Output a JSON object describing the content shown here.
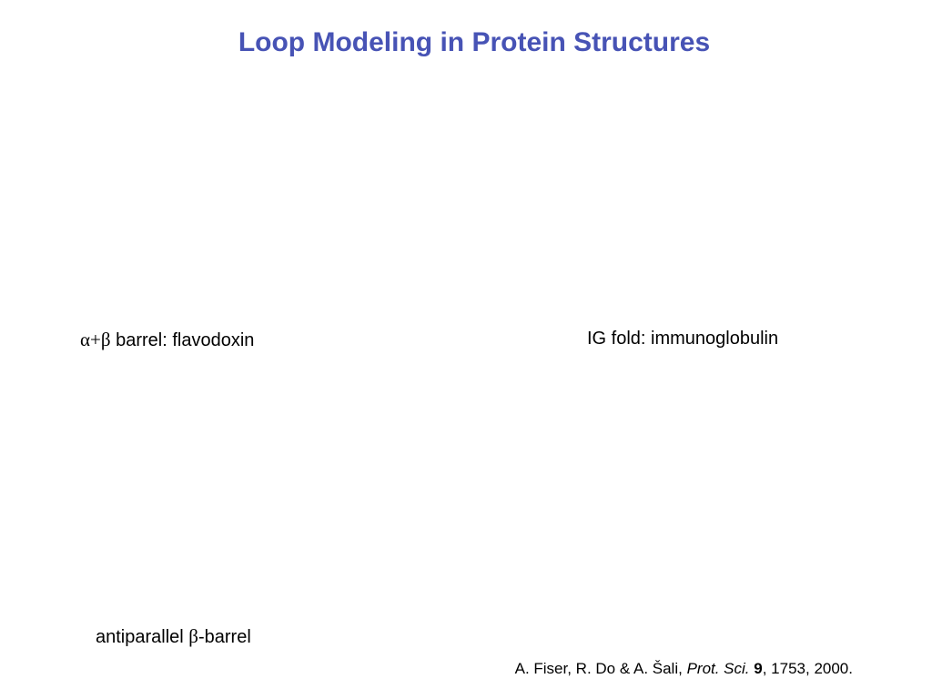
{
  "slide": {
    "title": "Loop Modeling in Protein Structures",
    "labels": {
      "flavodoxin": {
        "greek": "α+β",
        "text": " barrel: flavodoxin"
      },
      "ig_fold": "IG fold: immunoglobulin",
      "antiparallel": {
        "pre": "antiparallel ",
        "greek": "β",
        "post": "-barrel"
      }
    },
    "citation": {
      "authors": "A. Fiser, R. Do & A. Šali, ",
      "journal": "Prot. Sci.",
      "space": " ",
      "volume": "9",
      "rest": ", 1753, 2000."
    },
    "colors": {
      "title_blue": "#4753b5",
      "body_text": "#000000",
      "background": "#ffffff"
    }
  }
}
